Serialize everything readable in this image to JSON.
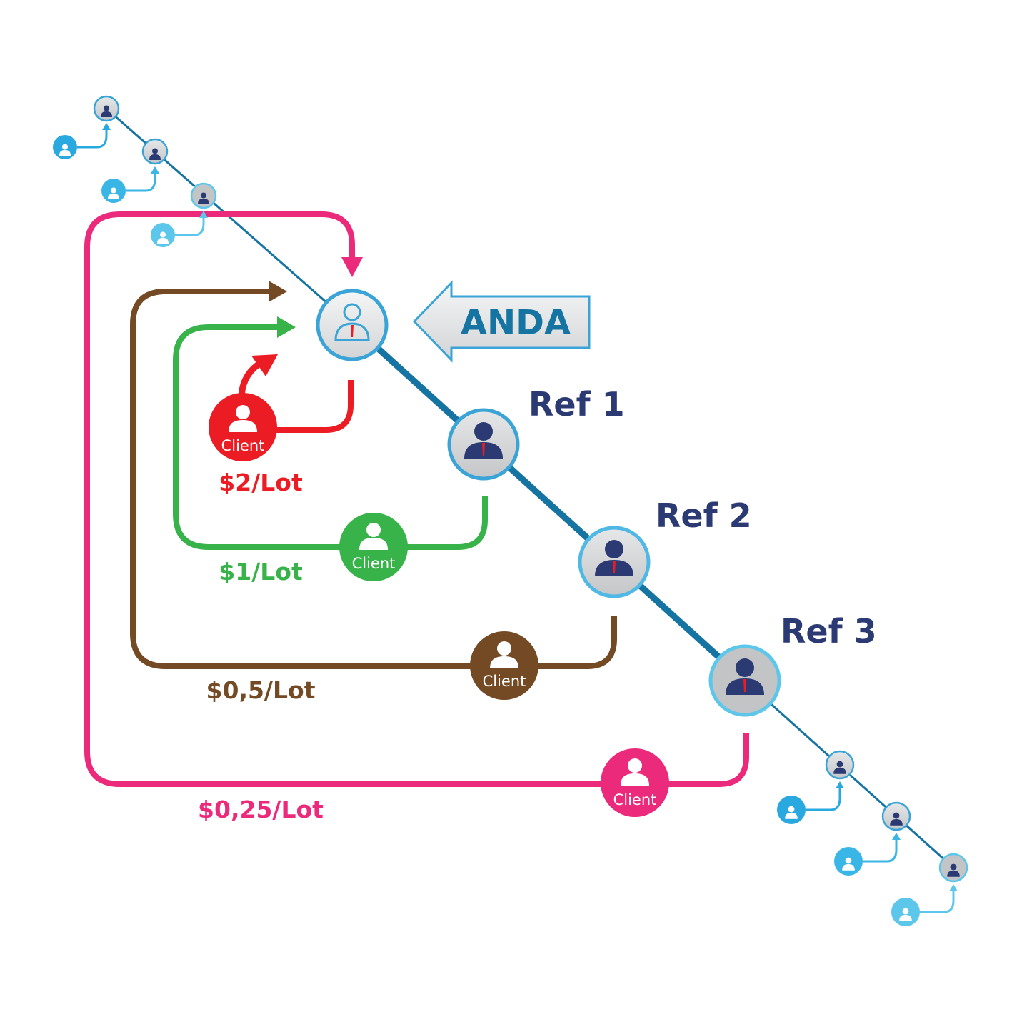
{
  "anda_label": "ANDA",
  "client_label": "Client",
  "refs": [
    {
      "id": "ref1",
      "label": "Ref 1"
    },
    {
      "id": "ref2",
      "label": "Ref 2"
    },
    {
      "id": "ref3",
      "label": "Ref 3"
    }
  ],
  "rates": [
    {
      "id": "rate-red",
      "text": "$2/Lot",
      "color": "#ec1c24"
    },
    {
      "id": "rate-green",
      "text": "$1/Lot",
      "color": "#37b34a"
    },
    {
      "id": "rate-brown",
      "text": "$0,5/Lot",
      "color": "#734a24"
    },
    {
      "id": "rate-pink",
      "text": "$0,25/Lot",
      "color": "#ec2a7b"
    }
  ],
  "colors": {
    "main_line": "#1574a1",
    "navy": "#2b3a73",
    "anda_text": "#1574a1",
    "node_ring": "#3ba4d7",
    "small_user": "#29a9e0"
  }
}
